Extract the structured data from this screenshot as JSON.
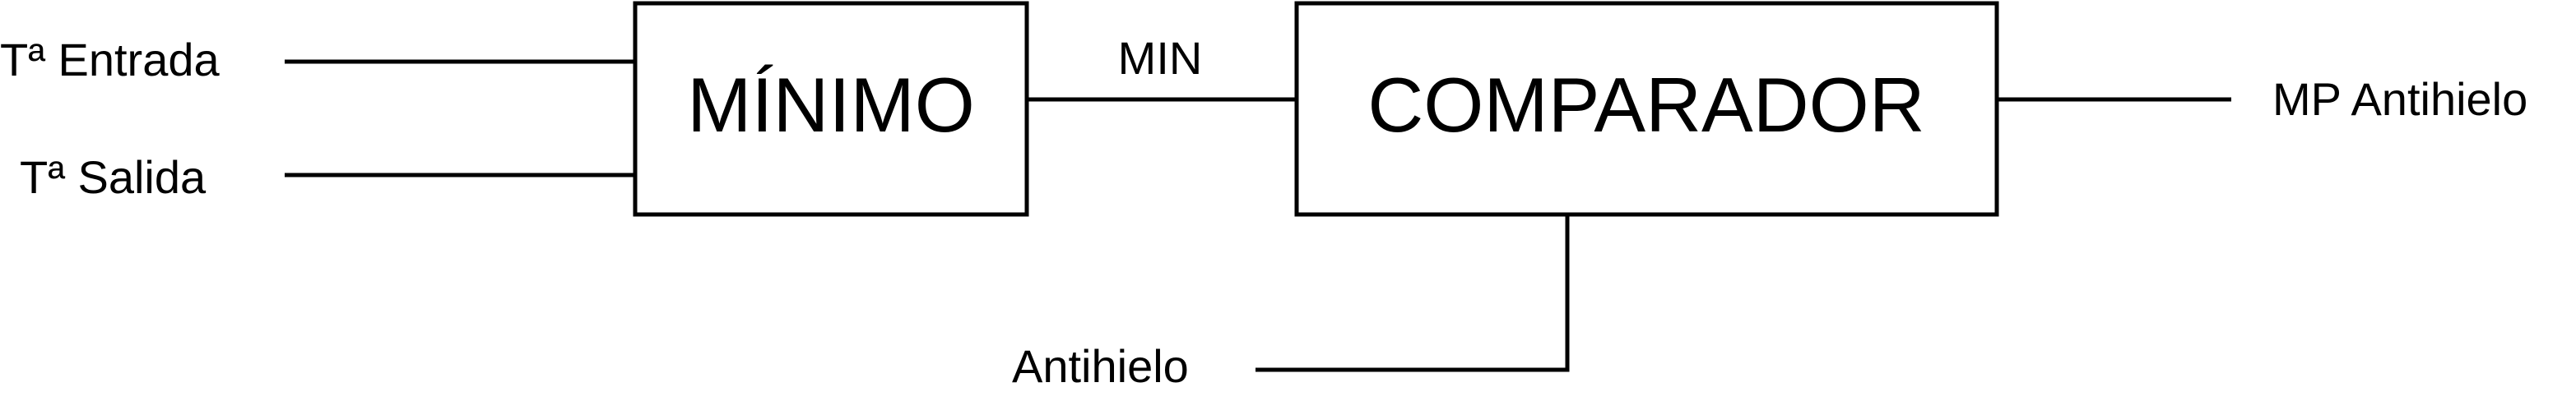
{
  "inputs": {
    "entrada": "Tª Entrada",
    "salida": "Tª Salida",
    "antihielo": "Antihielo"
  },
  "blocks": {
    "minimo": "MÍNIMO",
    "comparador": "COMPARADOR"
  },
  "signals": {
    "min": "MIN"
  },
  "outputs": {
    "mp_antihielo": "MP Antihielo"
  }
}
